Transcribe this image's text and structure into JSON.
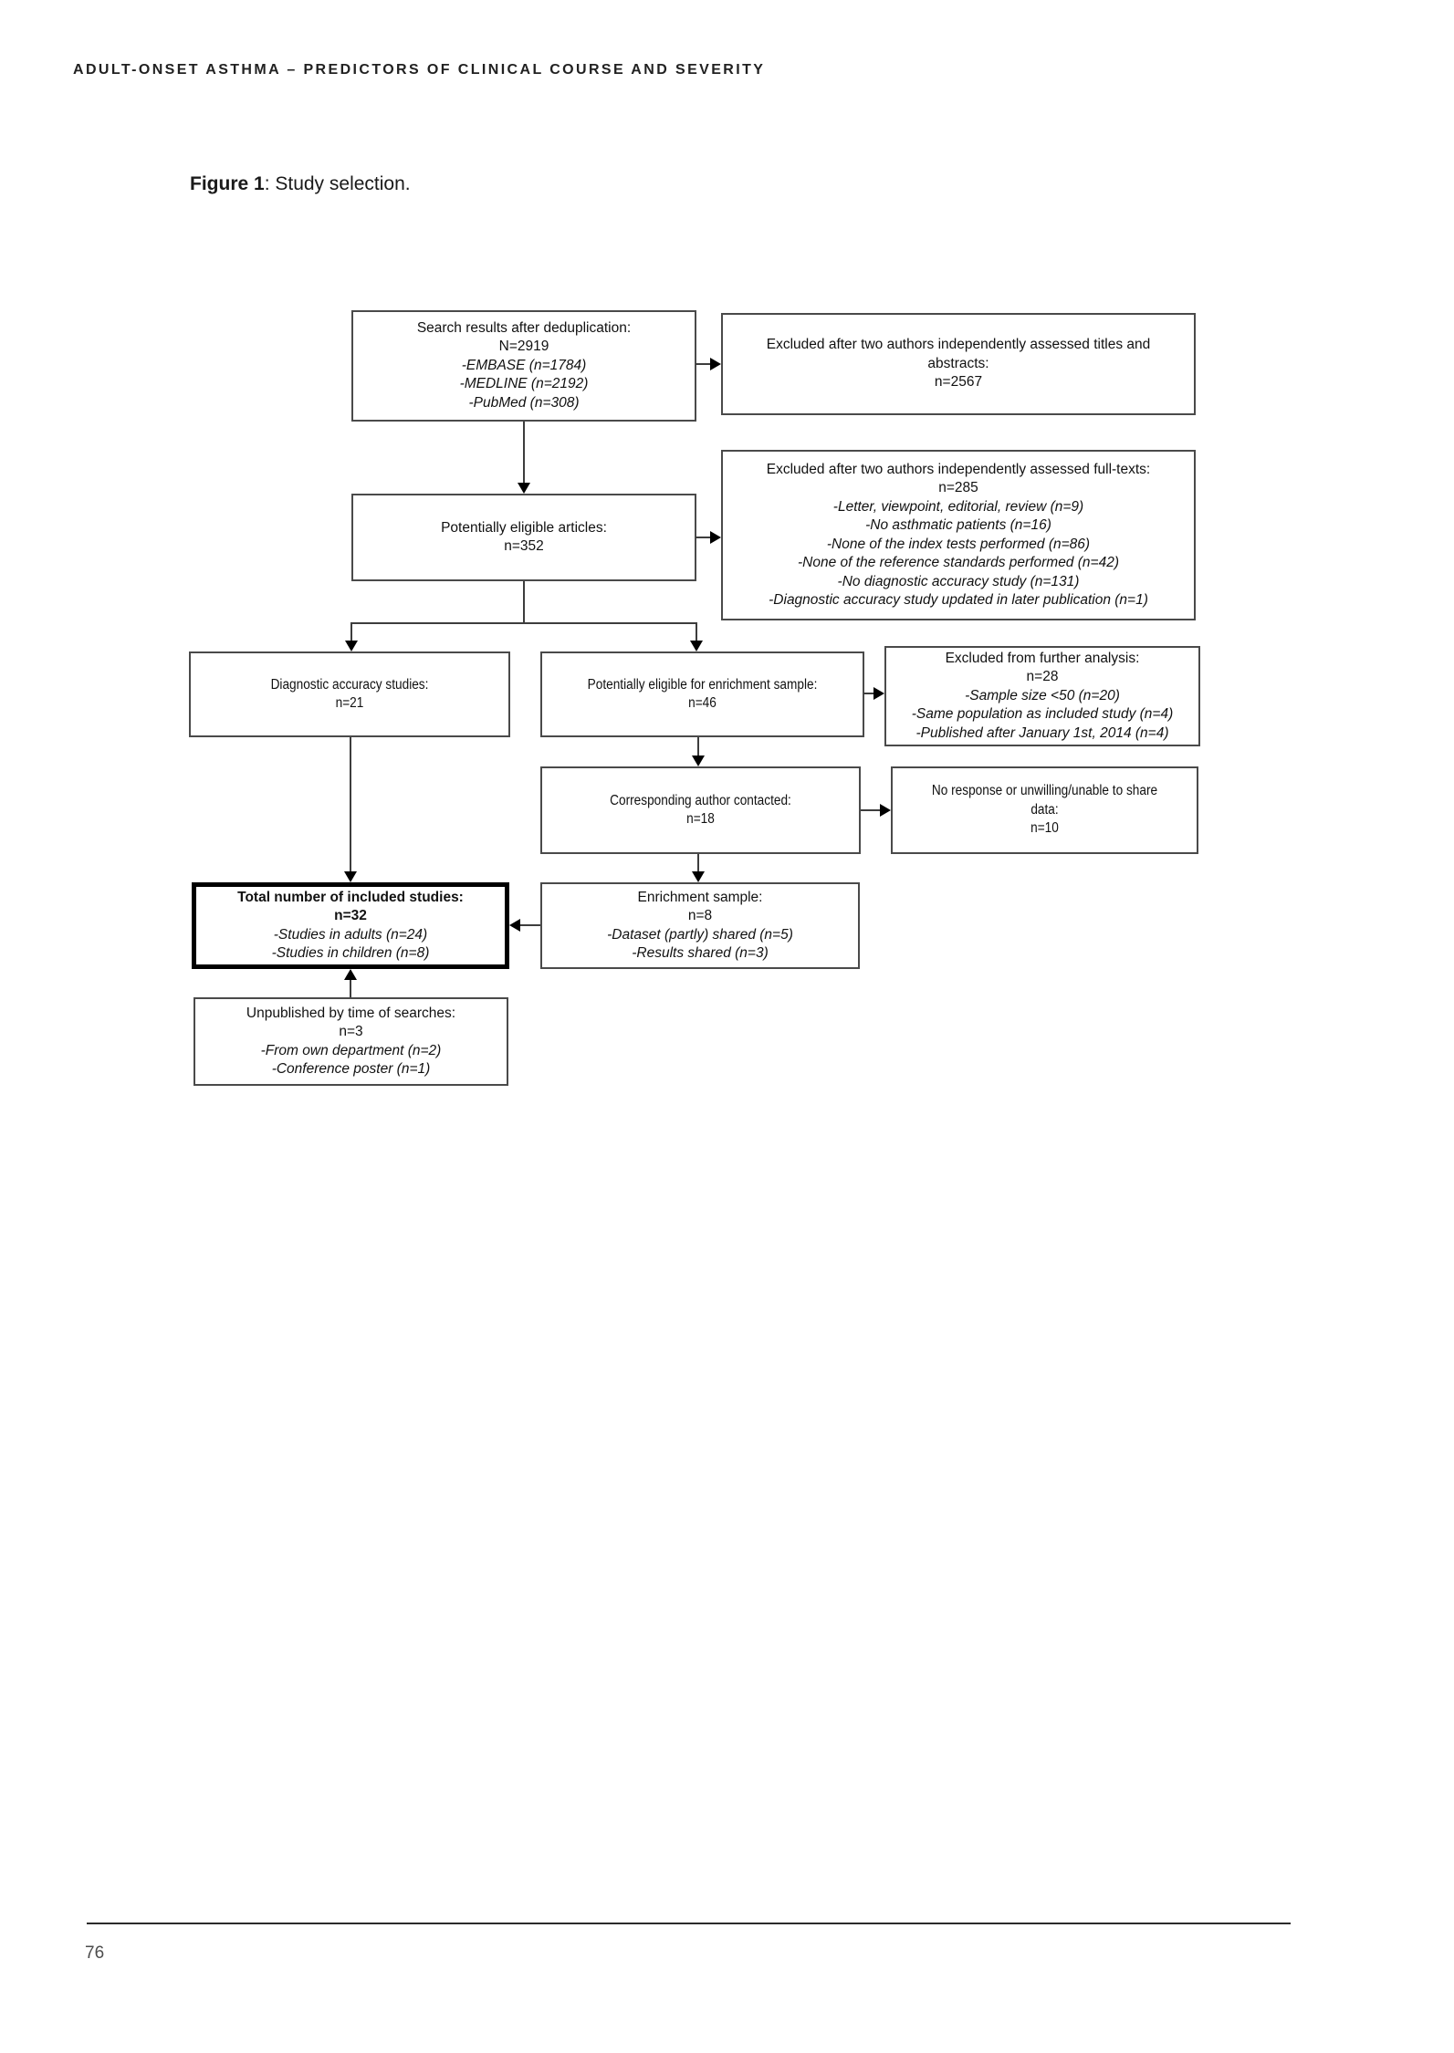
{
  "page": {
    "header": "ADULT-ONSET ASTHMA – PREDICTORS OF CLINICAL COURSE AND SEVERITY",
    "figure_label": "Figure 1",
    "figure_caption": ": Study selection.",
    "page_number": "76"
  },
  "flowchart": {
    "boxes": {
      "search_results": {
        "lines": [
          {
            "text": "Search results after deduplication:",
            "style": "normal"
          },
          {
            "text": "N=2919",
            "style": "normal"
          },
          {
            "text": "-EMBASE (n=1784)",
            "style": "italic"
          },
          {
            "text": "-MEDLINE (n=2192)",
            "style": "italic"
          },
          {
            "text": "-PubMed (n=308)",
            "style": "italic"
          }
        ]
      },
      "excluded_titles_abstracts": {
        "lines": [
          {
            "text": "Excluded after two authors independently assessed titles and",
            "style": "normal"
          },
          {
            "text": "abstracts:",
            "style": "normal"
          },
          {
            "text": "n=2567",
            "style": "normal"
          }
        ]
      },
      "potentially_eligible_articles": {
        "lines": [
          {
            "text": "Potentially eligible articles:",
            "style": "normal"
          },
          {
            "text": "n=352",
            "style": "normal"
          }
        ]
      },
      "excluded_full_texts": {
        "lines": [
          {
            "text": "Excluded after two authors independently assessed full-texts:",
            "style": "normal"
          },
          {
            "text": "n=285",
            "style": "normal"
          },
          {
            "text": "-Letter, viewpoint, editorial, review (n=9)",
            "style": "italic"
          },
          {
            "text": "-No asthmatic patients (n=16)",
            "style": "italic"
          },
          {
            "text": "-None of the index tests performed (n=86)",
            "style": "italic"
          },
          {
            "text": "-None of the reference standards performed (n=42)",
            "style": "italic"
          },
          {
            "text": "-No diagnostic accuracy study (n=131)",
            "style": "italic"
          },
          {
            "text": "-Diagnostic accuracy study updated in later publication (n=1)",
            "style": "italic"
          }
        ]
      },
      "diagnostic_accuracy_studies": {
        "lines": [
          {
            "text": "Diagnostic accuracy studies:",
            "style": "normal"
          },
          {
            "text": "n=21",
            "style": "normal"
          }
        ]
      },
      "eligible_enrichment_sample": {
        "lines": [
          {
            "text": "Potentially eligible for enrichment sample:",
            "style": "normal"
          },
          {
            "text": "n=46",
            "style": "normal"
          }
        ]
      },
      "excluded_further_analysis": {
        "lines": [
          {
            "text": "Excluded from further analysis:",
            "style": "normal"
          },
          {
            "text": "n=28",
            "style": "normal"
          },
          {
            "text": "-Sample size <50 (n=20)",
            "style": "italic"
          },
          {
            "text": "-Same population as included study (n=4)",
            "style": "italic"
          },
          {
            "text": "-Published after January 1st, 2014 (n=4)",
            "style": "italic"
          }
        ]
      },
      "corresponding_author_contacted": {
        "lines": [
          {
            "text": "Corresponding author contacted:",
            "style": "normal"
          },
          {
            "text": "n=18",
            "style": "normal"
          }
        ]
      },
      "no_response": {
        "lines": [
          {
            "text": "No response or unwilling/unable to share",
            "style": "normal"
          },
          {
            "text": "data:",
            "style": "normal"
          },
          {
            "text": "n=10",
            "style": "normal"
          }
        ]
      },
      "enrichment_sample": {
        "lines": [
          {
            "text": "Enrichment sample:",
            "style": "normal"
          },
          {
            "text": "n=8",
            "style": "normal"
          },
          {
            "text": "-Dataset (partly) shared (n=5)",
            "style": "italic"
          },
          {
            "text": "-Results shared (n=3)",
            "style": "italic"
          }
        ]
      },
      "total_included_studies": {
        "lines": [
          {
            "text": "Total number of included studies:",
            "style": "bold"
          },
          {
            "text": "n=32",
            "style": "bold"
          },
          {
            "text": "-Studies in adults (n=24)",
            "style": "italic"
          },
          {
            "text": "-Studies in children (n=8)",
            "style": "italic"
          }
        ]
      },
      "unpublished_by_searches": {
        "lines": [
          {
            "text": "Unpublished by time of searches:",
            "style": "normal"
          },
          {
            "text": "n=3",
            "style": "normal"
          },
          {
            "text": "-From own department (n=2)",
            "style": "italic"
          },
          {
            "text": "-Conference poster (n=1)",
            "style": "italic"
          }
        ]
      }
    },
    "edges": [
      {
        "from": "search_results",
        "to": "excluded_titles_abstracts"
      },
      {
        "from": "search_results",
        "to": "potentially_eligible_articles"
      },
      {
        "from": "potentially_eligible_articles",
        "to": "excluded_full_texts"
      },
      {
        "from": "potentially_eligible_articles",
        "to": "diagnostic_accuracy_studies"
      },
      {
        "from": "potentially_eligible_articles",
        "to": "eligible_enrichment_sample"
      },
      {
        "from": "eligible_enrichment_sample",
        "to": "excluded_further_analysis"
      },
      {
        "from": "eligible_enrichment_sample",
        "to": "corresponding_author_contacted"
      },
      {
        "from": "corresponding_author_contacted",
        "to": "no_response"
      },
      {
        "from": "corresponding_author_contacted",
        "to": "enrichment_sample"
      },
      {
        "from": "enrichment_sample",
        "to": "total_included_studies"
      },
      {
        "from": "diagnostic_accuracy_studies",
        "to": "total_included_studies"
      },
      {
        "from": "unpublished_by_searches",
        "to": "total_included_studies"
      }
    ]
  }
}
